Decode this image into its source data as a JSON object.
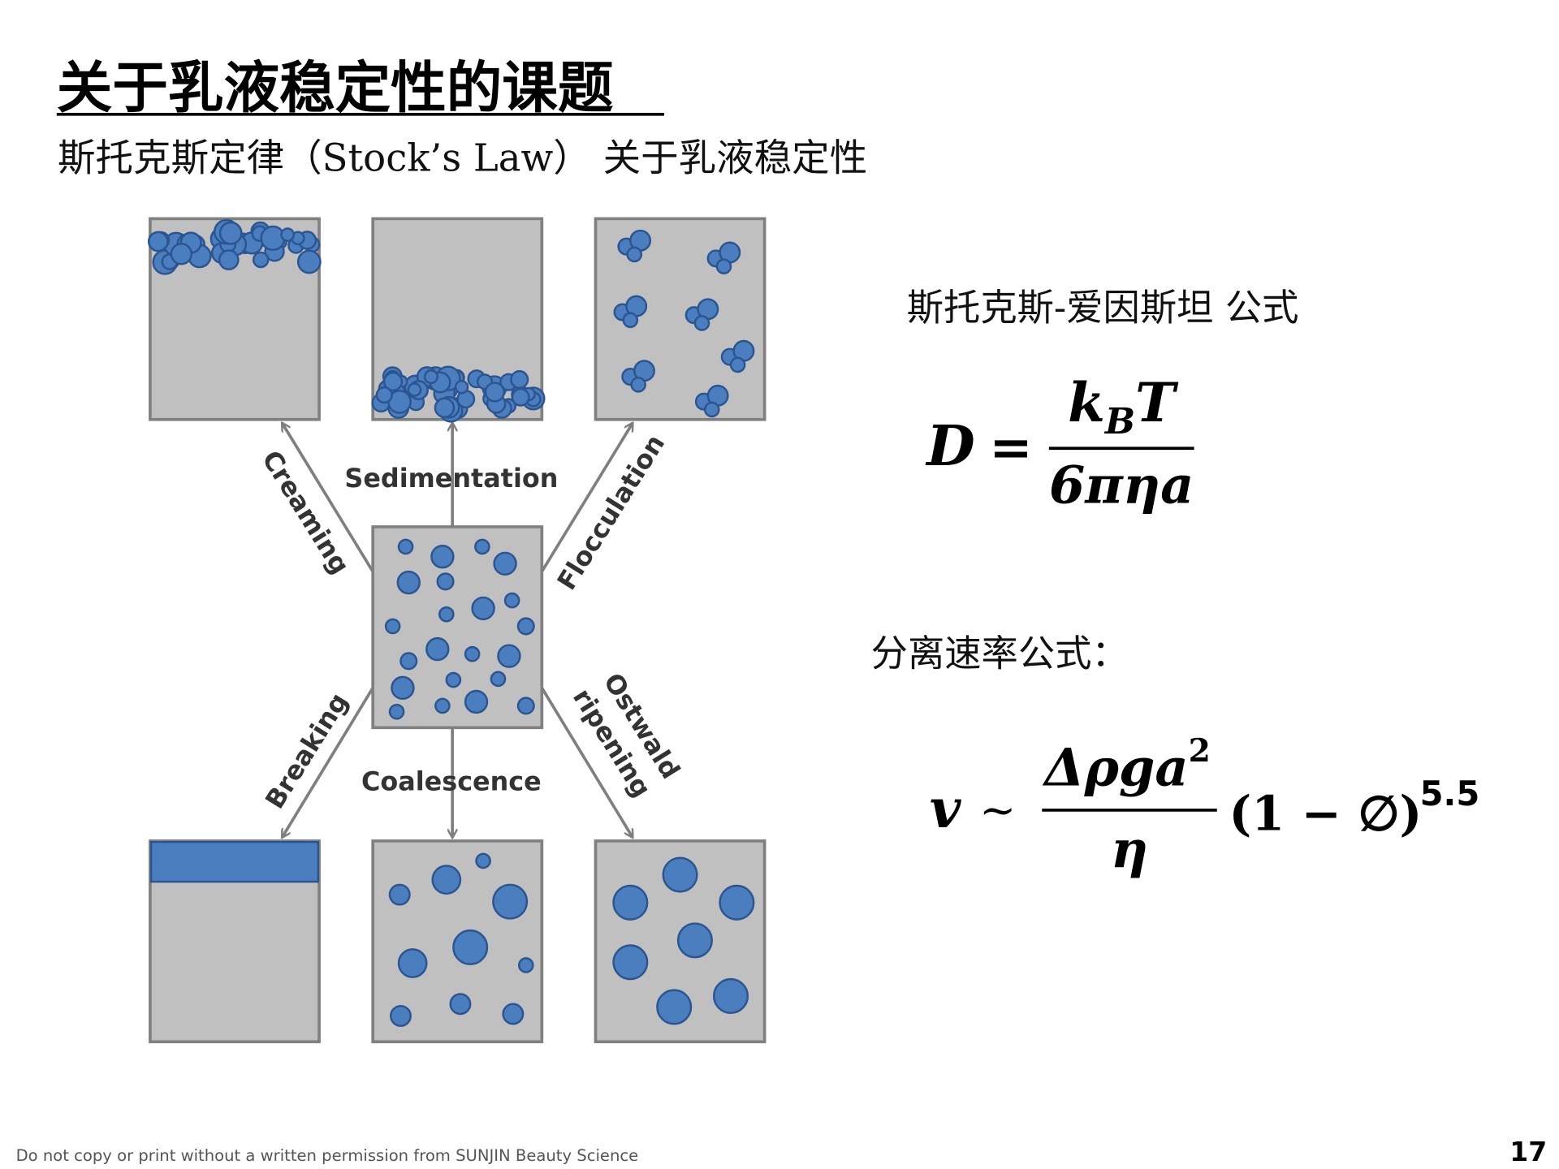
{
  "slide": {
    "title": "关于乳液稳定性的课题",
    "subtitle": "斯托克斯定律（Stock’s Law） 关于乳液稳定性"
  },
  "diagram": {
    "labels": {
      "sedimentation": "Sedimentation",
      "creaming": "Creaming",
      "flocculation": "Flocculation",
      "breaking": "Breaking",
      "coalescence": "Coalescence",
      "ostwald_line1": "Ostwald",
      "ostwald_line2": "ripening"
    },
    "colors": {
      "box_fill": "#c0c0c0",
      "box_stroke": "#808080",
      "droplet": "#4a7ebf",
      "droplet_stroke": "#2b5590",
      "arrow": "#7f7f7f"
    }
  },
  "formulas": {
    "stokes_einstein_heading": "斯托克斯-爱因斯坦 公式",
    "diffusion": {
      "lhs": "D",
      "eq": "=",
      "num_k": "k",
      "num_sub": "B",
      "num_T": "T",
      "den": "6πηa"
    },
    "separation_heading": "分离速率公式：",
    "velocity": {
      "lhs": "v",
      "sim": "~",
      "num": "Δρga",
      "num_sup": "2",
      "den": "η",
      "factor": "(1 − ∅)",
      "exp": "5.5"
    }
  },
  "footer": {
    "notice": "Do not copy or print without a written permission from SUNJIN Beauty Science",
    "page_number": "17"
  }
}
